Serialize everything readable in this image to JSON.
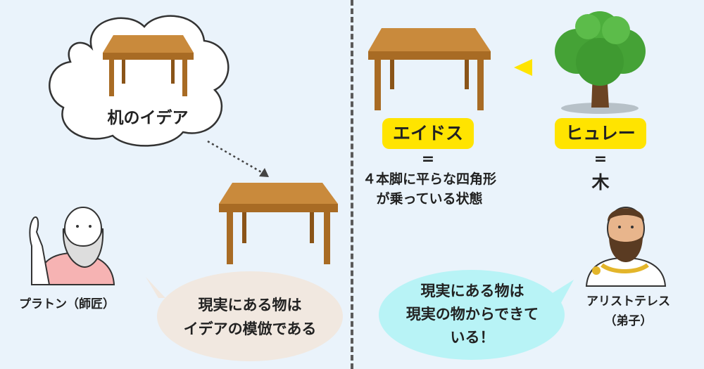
{
  "left": {
    "cloud_label": "机のイデア",
    "plato_caption": "プラトン（師匠）",
    "plato_bubble_line1": "現実にある物は",
    "plato_bubble_line2": "イデアの模倣である"
  },
  "right": {
    "eidos_label": "エイドス",
    "eidos_equals": "=",
    "eidos_desc_line1": "４本脚に平らな四角形",
    "eidos_desc_line2": "が乗っている状態",
    "hyle_label": "ヒュレー",
    "hyle_equals": "=",
    "hyle_desc": "木",
    "aristotle_caption_line1": "アリストテレス",
    "aristotle_caption_line2": "（弟子）",
    "aristotle_bubble_line1": "現実にある物は",
    "aristotle_bubble_line2": "現実の物からできて",
    "aristotle_bubble_line3": "いる！"
  },
  "colors": {
    "background": "#eaf3fb",
    "highlight": "#ffe400",
    "plato_bubble": "#f1e8e0",
    "aristotle_bubble": "#b8f3f6",
    "table_wood": "#c98a3c",
    "tree_green": "#4cae3c"
  },
  "icons": {
    "table": "table-icon",
    "tree": "tree-icon",
    "arrow": "arrow-left-icon"
  }
}
